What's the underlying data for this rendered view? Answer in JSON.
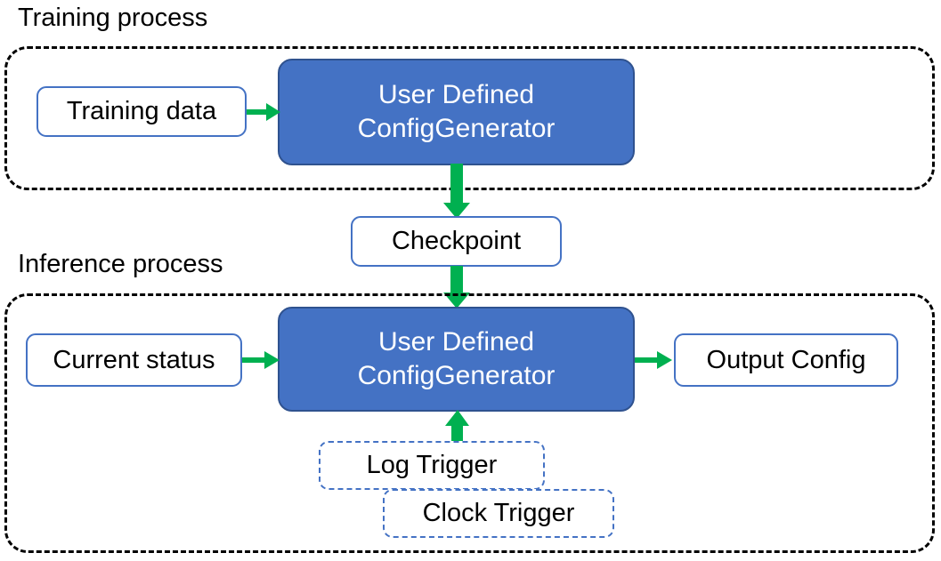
{
  "diagram": {
    "title_hidden": "",
    "colors": {
      "process_fill": "#4472C4",
      "process_stroke": "#2F528F",
      "node_stroke": "#4472C4",
      "group_stroke": "#000000",
      "arrow": "#00B050",
      "text_dark": "#000000",
      "text_light": "#FFFFFF",
      "background": "#FFFFFF"
    }
  },
  "groups": [
    {
      "id": "training",
      "label": "Training process"
    },
    {
      "id": "inference",
      "label": "Inference process"
    }
  ],
  "training": {
    "label": "Training process",
    "input_node": {
      "label": "Training data"
    },
    "process_node": {
      "line1": "User Defined",
      "line2": "ConfigGenerator"
    }
  },
  "shared": {
    "checkpoint_node": {
      "label": "Checkpoint"
    }
  },
  "inference": {
    "label": "Inference process",
    "input_node": {
      "label": "Current status"
    },
    "process_node": {
      "line1": "User Defined",
      "line2": "ConfigGenerator"
    },
    "output_node": {
      "label": "Output Config"
    },
    "triggers": [
      {
        "label": "Log Trigger"
      },
      {
        "label": "Clock Trigger"
      }
    ]
  },
  "arrows": [
    {
      "id": "training-data-to-process",
      "direction": "right"
    },
    {
      "id": "training-process-to-checkpoint",
      "direction": "down"
    },
    {
      "id": "checkpoint-to-inference-process",
      "direction": "down"
    },
    {
      "id": "current-status-to-process",
      "direction": "right"
    },
    {
      "id": "process-to-output-config",
      "direction": "right"
    },
    {
      "id": "triggers-to-process",
      "direction": "up"
    }
  ]
}
